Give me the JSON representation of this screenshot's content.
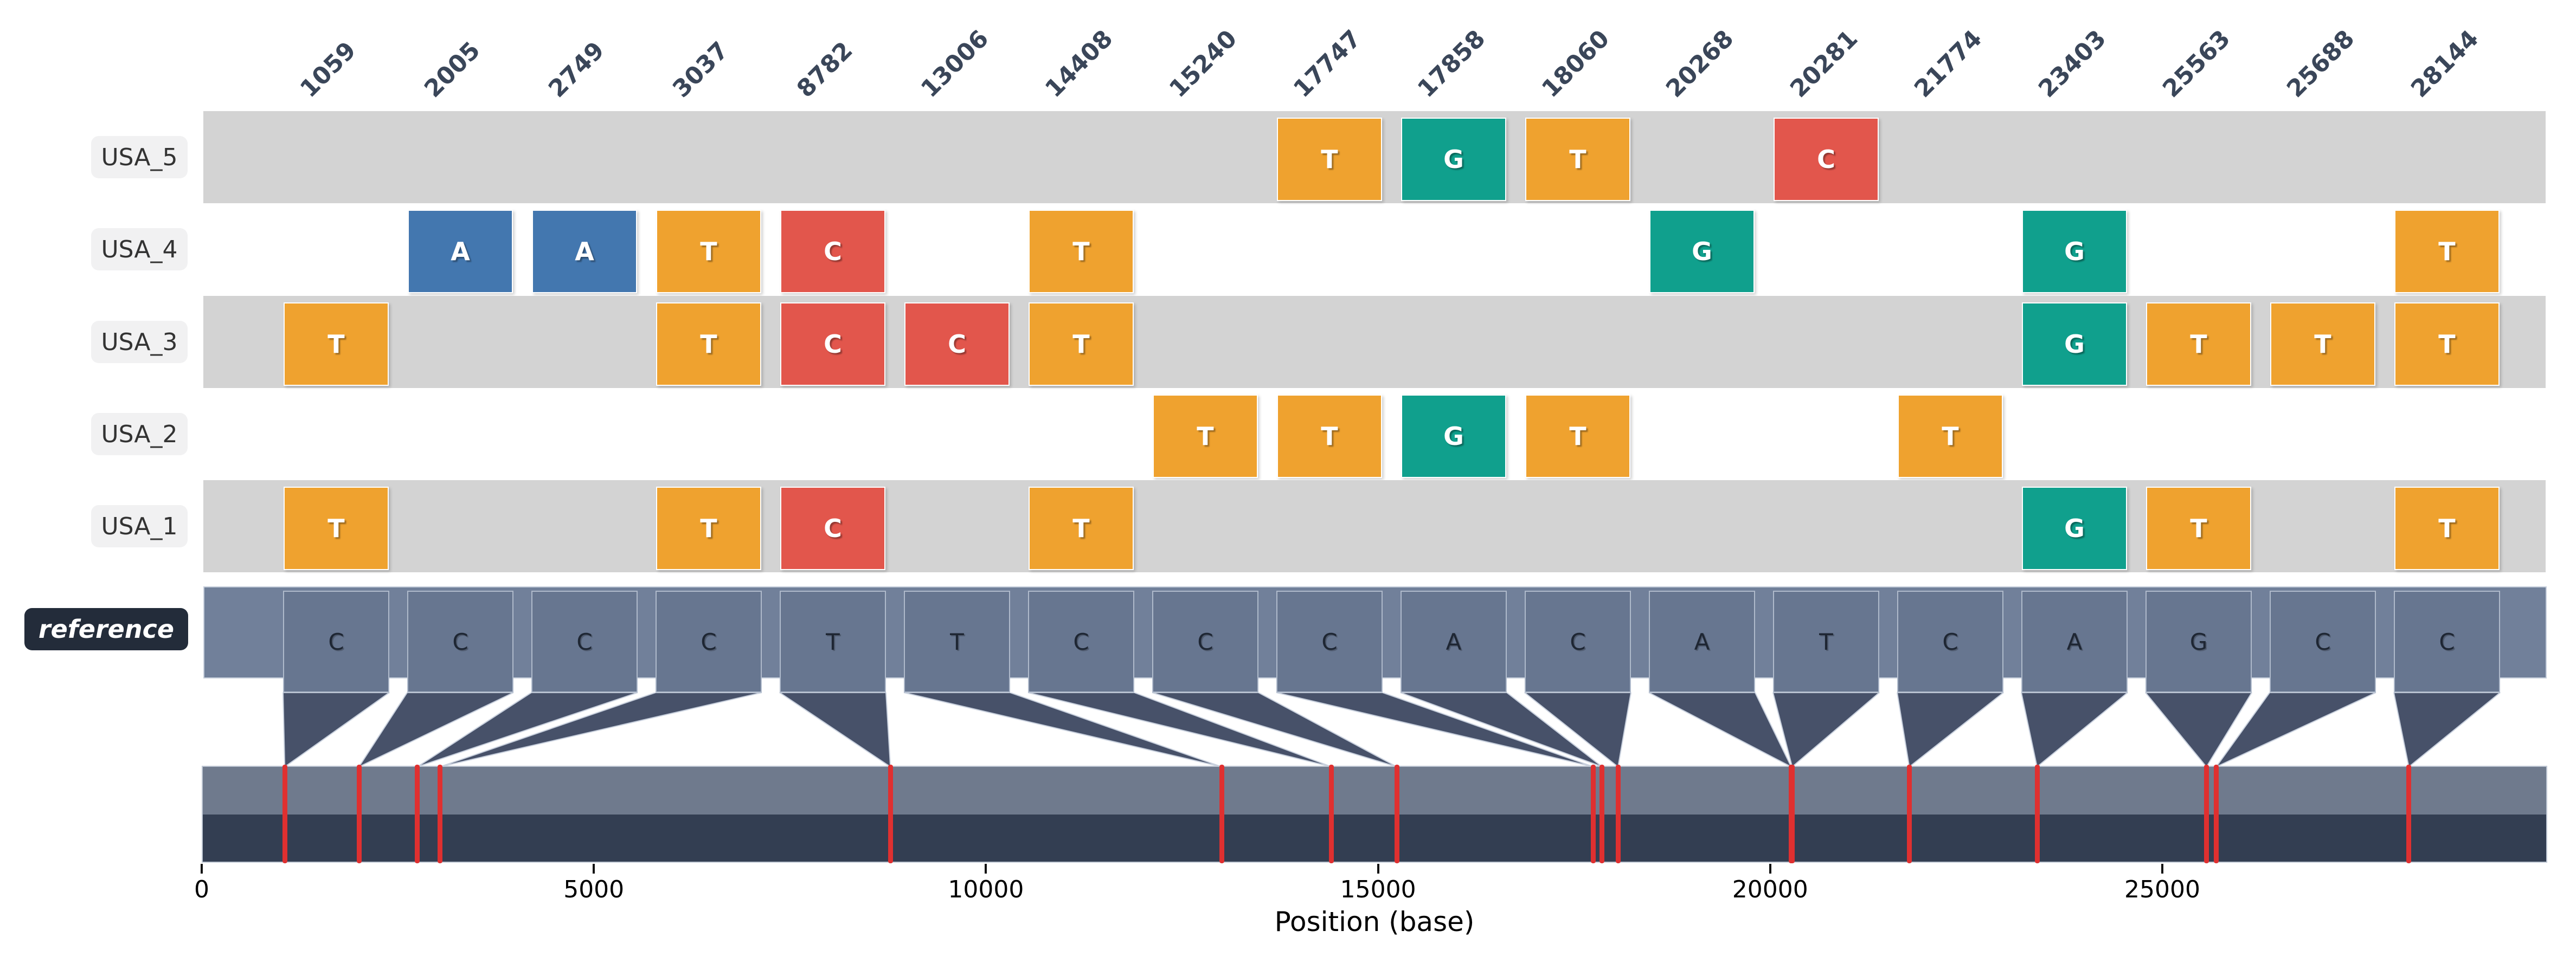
{
  "chart_data": {
    "type": "heatmap",
    "title": "",
    "xlabel": "Position (base)",
    "x_axis_ticks": [
      0,
      5000,
      10000,
      15000,
      20000,
      25000
    ],
    "genome_length": 29903,
    "positions": [
      1059,
      2005,
      2749,
      3037,
      8782,
      13006,
      14408,
      15240,
      17747,
      17858,
      18060,
      20268,
      20281,
      21774,
      23403,
      25563,
      25688,
      28144
    ],
    "reference": {
      "label": "reference",
      "bases": [
        "C",
        "C",
        "C",
        "C",
        "T",
        "T",
        "C",
        "C",
        "C",
        "A",
        "C",
        "A",
        "T",
        "C",
        "A",
        "G",
        "C",
        "C"
      ]
    },
    "samples": [
      {
        "label": "USA_5",
        "band": "gray",
        "snps": {
          "17747": "T",
          "17858": "G",
          "18060": "T",
          "20281": "C"
        }
      },
      {
        "label": "USA_4",
        "band": "white",
        "snps": {
          "2005": "A",
          "2749": "A",
          "3037": "T",
          "8782": "C",
          "14408": "T",
          "20268": "G",
          "23403": "G",
          "28144": "T"
        }
      },
      {
        "label": "USA_3",
        "band": "gray",
        "snps": {
          "1059": "T",
          "3037": "T",
          "8782": "C",
          "13006": "C",
          "14408": "T",
          "23403": "G",
          "25563": "T",
          "25688": "T",
          "28144": "T"
        }
      },
      {
        "label": "USA_2",
        "band": "white",
        "snps": {
          "15240": "T",
          "17747": "T",
          "17858": "G",
          "18060": "T",
          "21774": "T"
        }
      },
      {
        "label": "USA_1",
        "band": "gray",
        "snps": {
          "1059": "T",
          "3037": "T",
          "8782": "C",
          "14408": "T",
          "23403": "G",
          "25563": "T",
          "28144": "T"
        }
      }
    ],
    "base_colors": {
      "A": "#4377AF",
      "C": "#E2564C",
      "G": "#10A08D",
      "T": "#EFA22F"
    },
    "colors": {
      "gray_band": "#D3D3D3",
      "position_label": "#3A4659",
      "reference_band": "#71809A",
      "reference_cell": "#677690",
      "funnel": "#475169",
      "genome_bar_top": "#6F7A8D",
      "genome_bar_bottom": "#333E52",
      "snp_tick_red": "#DF3030",
      "row_chip_bg": "#F1F1F2",
      "reference_chip_bg": "#232C3A"
    }
  }
}
